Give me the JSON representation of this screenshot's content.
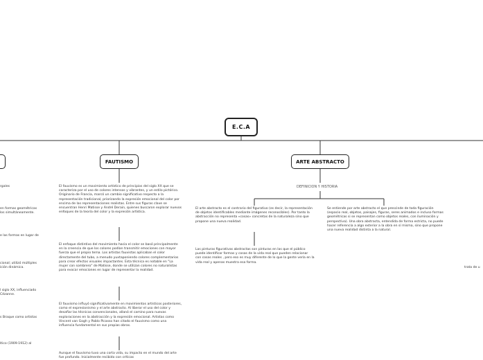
{
  "root": {
    "label": "E.C.A"
  },
  "branches": {
    "left_cut": {
      "label": ""
    },
    "fautismo": {
      "label": "FAUTISMO",
      "paragraphs": [
        "El fauvismo es un movimiento artístico de principios del siglo XX que se caracteriza por el uso de colores intensos y vibrantes, y un estilo pictórico. Originario de Francia, marcó un cambio significativo respecto a la representación tradicional, priorizando la expresión emocional del color por encima de las representaciones realistas. Entre sus figuras clave se encuentran Henri Matisse y André Derain, quienes buscaron explorar nuevos enfoques de la teoría del color y la expresión artística.",
        "El enfoque distintivo del movimiento hacia el color se basó principalmente en la creencia de que los colores podían transmitir emociones con mayor fuerza que el propio tema. Los artistas fauvistas aplicaban el color directamente del tubo, a menudo yuxtaponiendo colores complementarios para crear efectos visuales impactantes. Esta técnica es notable en \"La mujer con sombrero\" de Matisse, donde se utilizan colores no naturalistas para evocar emociones en lugar de representar la realidad.",
        "El fauvismo influyó significativamente en movimientos artísticos posteriores, como el expresionismo y el arte abstracto. Al liberar el uso del color y desafiar las técnicas convencionales, allanó el camino para nuevas exploraciones en la abstracción y la expresión emocional. Artistas como Vincent van Gogh y Pablo Picasso han citado el fauvismo como una influencia fundamental en sus propias obras.",
        "Aunque el fauvismo tuvo una corta vida, su impacto en el mundo del arte fue profundo. Inicialmente recibido con críticas"
      ]
    },
    "arte_abstracto": {
      "label": "ARTE ABSTRACTO",
      "subheading": "DEFINICION Y HISTORIA",
      "left_paragraphs": [
        "El arte abstracto es el contrario del figurativo (es decir, la representación de objetos identificables mediante imágenes reconocibles). Por tanto la abstracción no representa «cosas» concretas de la naturaleza sino que propone una nueva realidad.",
        "Las pinturas figurativas abstractas son pinturas en las que el público puede identificar formas y cosas de la vida real que pueden relacionar con cosas reales , pero eso es muy diferente de lo que la gente vería en la vida real y apenas muestra esa forma."
      ],
      "right_paragraph": "Se entiende por arte abstracto el que prescinde de toda figuración (espacio real, objetos, paisajes, figuras, seres animados e incluso formas geométricas si se representan como objetos reales, con iluminación y perspectiva). Una obra abstracta, entendida de forma estricta, no puede hacer referencia a algo exterior a la obra en sí misma, sino que propone una nueva realidad distinta a la natural."
    },
    "right_cut": {
      "fragment": "trata de u"
    }
  },
  "left_fragments": [
    "rgales",
    "en formas geométricas",
    "los simultáneamente.",
    "e las formas en lugar de",
    "cional; utilizó múltiples",
    "ición dinámica.",
    "l siglo XX, influenciado",
    "Cézanne.",
    "s Braque como artistas",
    "ítico (1909-1912) al"
  ],
  "colors": {
    "line": "#333333",
    "text": "#333333",
    "node_border": "#222222",
    "background": "#ffffff"
  }
}
